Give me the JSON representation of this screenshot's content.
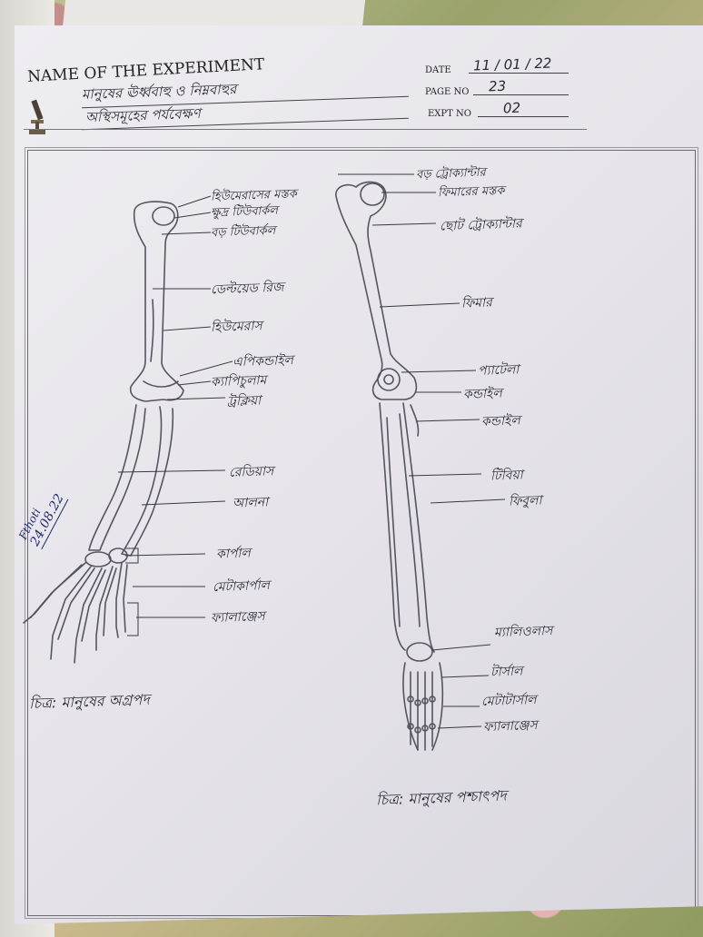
{
  "header": {
    "title": "NAME OF THE EXPERIMENT",
    "experiment_line1": "মানুষের ঊর্ধ্ববাহু ও নিম্নবাহুর",
    "experiment_line2": "অস্থিসমূহের পর্যবেক্ষণ",
    "date_label": "DATE",
    "date_value": "11 / 01 / 22",
    "page_label": "PAGE NO",
    "page_value": "23",
    "expt_label": "EXPT NO",
    "expt_value": "02"
  },
  "forelimb": {
    "labels": [
      "হিউমেরাসের মস্তক",
      "ক্ষুদ্র টিউবার্কল",
      "বড় টিউবার্কল",
      "ডেল্টয়েড রিজ",
      "হিউমেরাস",
      "এপিকন্ডাইল",
      "ক্যাপিচুলাম",
      "ট্রক্লিয়া",
      "রেডিয়াস",
      "আলনা",
      "কার্পাল",
      "মেটাকার্পাল",
      "ফ্যালাঞ্জেস"
    ],
    "caption": "চিত্র: মানুষের অগ্রপদ"
  },
  "hindlimb": {
    "labels": [
      "বড় ট্রোক্যান্টার",
      "ফিমারের মস্তক",
      "ছোট ট্রোক্যান্টার",
      "ফিমার",
      "প্যাটেলা",
      "কন্ডাইল",
      "কন্ডাইল",
      "টিবিয়া",
      "ফিবুলা",
      "ম্যালিওলাস",
      "টার্সাল",
      "মেটাটার্সাল",
      "ফ্যালাঞ্জেস"
    ],
    "caption": "চিত্র: মানুষের পশ্চাৎপদ"
  },
  "signature": {
    "name": "Fthoti",
    "date": "24.08.22"
  },
  "colors": {
    "ink": "#2a2a34",
    "pencil": "#555560",
    "paper": "#eceaf0"
  }
}
